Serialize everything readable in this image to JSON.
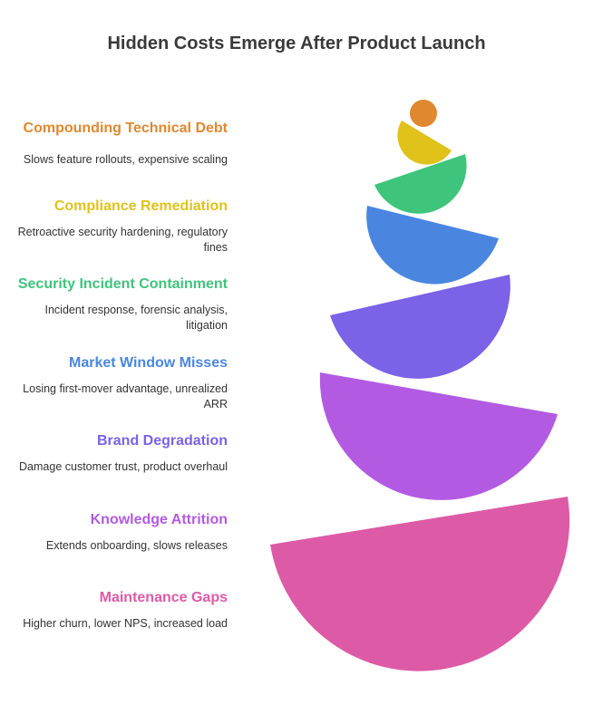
{
  "title": "Hidden Costs Emerge After Product Launch",
  "items": [
    {
      "title": "Compounding Technical Debt",
      "desc": "Slows feature rollouts, expensive scaling",
      "color": "#e0882f"
    },
    {
      "title": "Compliance Remediation",
      "desc": "Retroactive security hardening, regulatory fines",
      "color": "#e0c21a"
    },
    {
      "title": "Security Incident Containment",
      "desc": "Incident response, forensic analysis, litigation",
      "color": "#3fc47c"
    },
    {
      "title": "Market Window Misses",
      "desc": "Losing first-mover advantage, unrealized ARR",
      "color": "#4a86e0"
    },
    {
      "title": "Brand Degradation",
      "desc": "Damage customer trust, product overhaul",
      "color": "#7b62e6"
    },
    {
      "title": "Knowledge Attrition",
      "desc": "Extends onboarding, slows releases",
      "color": "#b25be2"
    },
    {
      "title": "Maintenance Gaps",
      "desc": "Higher churn, lower NPS, increased load",
      "color": "#dd5aa7"
    }
  ]
}
